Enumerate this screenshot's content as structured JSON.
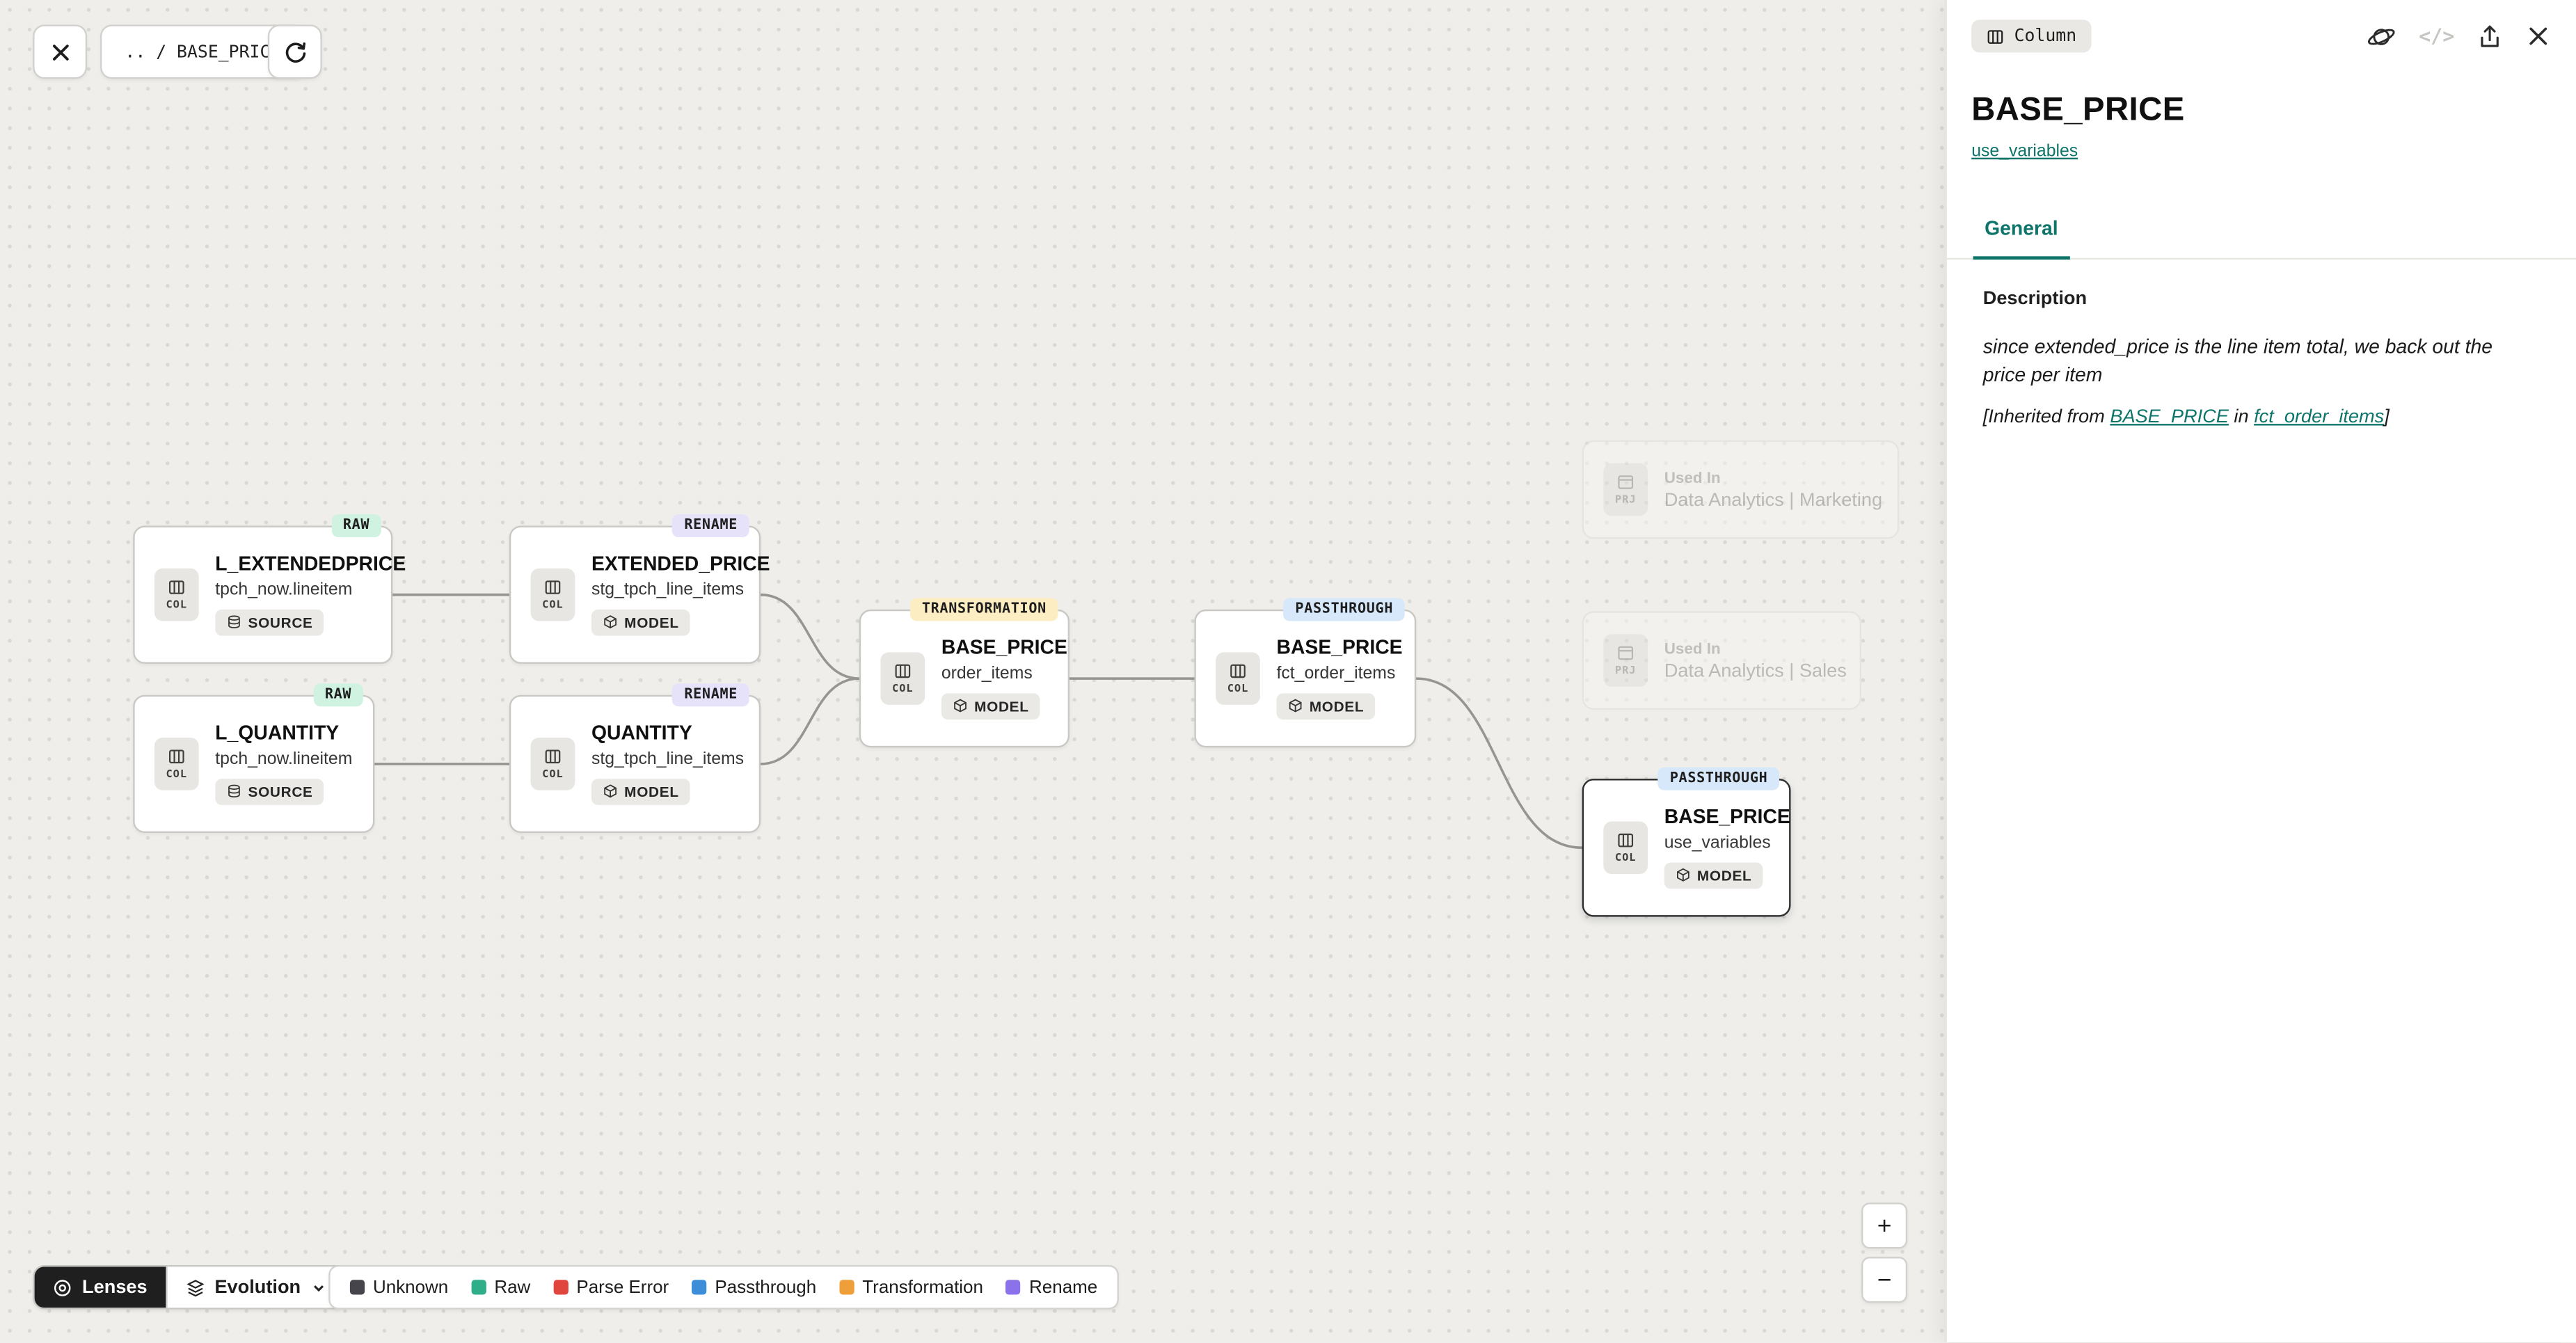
{
  "toolbar": {
    "breadcrumb": ".. / BASE_PRICE"
  },
  "canvas": {
    "labels": {
      "col": "COL",
      "prj": "PRJ"
    },
    "nodes": [
      {
        "title": "L_EXTENDEDPRICE",
        "subtitle": "tpch_now.lineitem",
        "kind": "SOURCE",
        "tag": "RAW",
        "tag_bg": "#cff2e1"
      },
      {
        "title": "L_QUANTITY",
        "subtitle": "tpch_now.lineitem",
        "kind": "SOURCE",
        "tag": "RAW",
        "tag_bg": "#cff2e1"
      },
      {
        "title": "EXTENDED_PRICE",
        "subtitle": "stg_tpch_line_items",
        "kind": "MODEL",
        "tag": "RENAME",
        "tag_bg": "#e6e2fa"
      },
      {
        "title": "QUANTITY",
        "subtitle": "stg_tpch_line_items",
        "kind": "MODEL",
        "tag": "RENAME",
        "tag_bg": "#e6e2fa"
      },
      {
        "title": "BASE_PRICE",
        "subtitle": "order_items",
        "kind": "MODEL",
        "tag": "TRANSFORMATION",
        "tag_bg": "#fcedc2"
      },
      {
        "title": "BASE_PRICE",
        "subtitle": "fct_order_items",
        "kind": "MODEL",
        "tag": "PASSTHROUGH",
        "tag_bg": "#d6e8f9"
      },
      {
        "title": "BASE_PRICE",
        "subtitle": "use_variables",
        "kind": "MODEL",
        "tag": "PASSTHROUGH",
        "tag_bg": "#d6e8f9",
        "selected": true
      }
    ],
    "used_in": [
      {
        "label": "Used In",
        "name": "Data Analytics | Marketing"
      },
      {
        "label": "Used In",
        "name": "Data Analytics | Sales"
      }
    ]
  },
  "controls": {
    "lenses": "Lenses",
    "evolution": "Evolution",
    "legend": [
      {
        "label": "Unknown",
        "color": "#45454b"
      },
      {
        "label": "Raw",
        "color": "#2fae89"
      },
      {
        "label": "Parse Error",
        "color": "#e0453e"
      },
      {
        "label": "Passthrough",
        "color": "#3c8ed9"
      },
      {
        "label": "Transformation",
        "color": "#ef9f3a"
      },
      {
        "label": "Rename",
        "color": "#8b72ea"
      }
    ],
    "zoom_in": "+",
    "zoom_out": "−"
  },
  "panel": {
    "type_badge": "Column",
    "code_icon_label": "</>",
    "title": "BASE_PRICE",
    "model_link": "use_variables",
    "tab_general": "General",
    "description_heading": "Description",
    "description": "since extended_price is the line item total, we back out the price per item",
    "inherited": {
      "prefix": "[Inherited from ",
      "link_column": "BASE_PRICE",
      "middle": " in ",
      "link_model": "fct_order_items",
      "suffix": "]"
    },
    "accent_color": "#0c7469"
  }
}
